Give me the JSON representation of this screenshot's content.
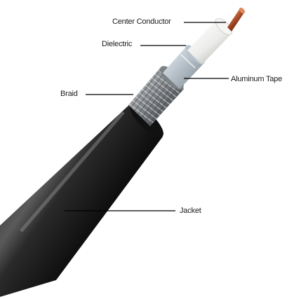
{
  "labels": {
    "center_conductor": "Center Conductor",
    "dielectric": "Dielectric",
    "aluminum_tape": "Aluminum Tape",
    "braid": "Braid",
    "jacket": "Jacket"
  },
  "colors": {
    "jacket": "#1b1b1b",
    "braid": "#a9acb0",
    "aluminum_tape": "#d6dde3",
    "dielectric": "#f3f3f0",
    "conductor": "#c8643a",
    "leader_line": "#000000"
  }
}
